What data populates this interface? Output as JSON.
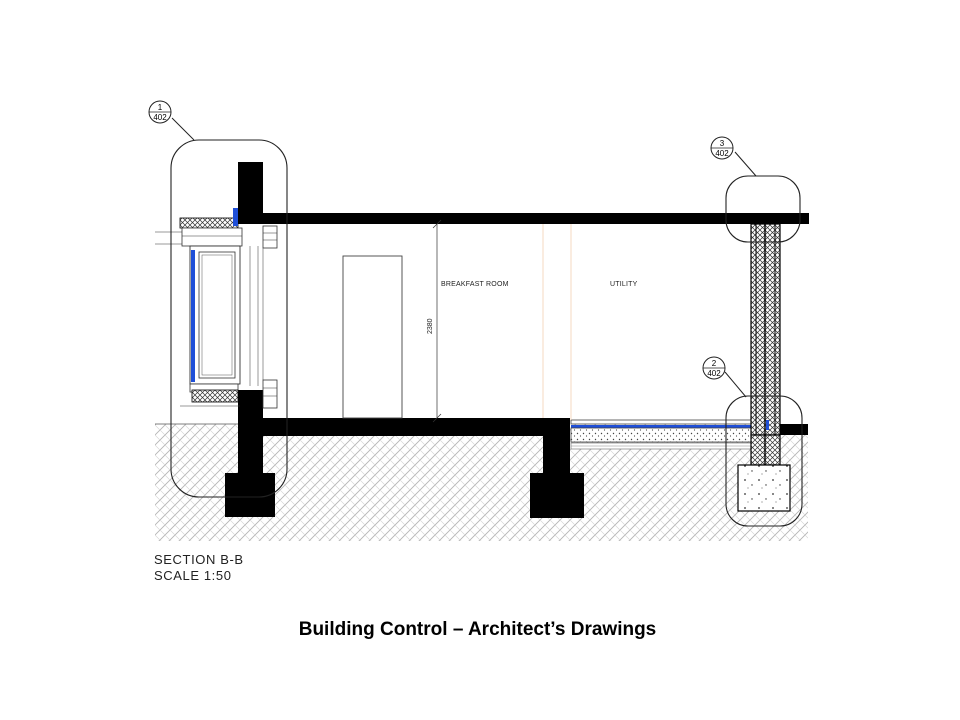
{
  "drawing": {
    "section_label": "SECTION B-B",
    "scale_label": "SCALE 1:50",
    "rooms": [
      "BREAKFAST ROOM",
      "UTILITY"
    ],
    "dimension": "2380",
    "detail_tags": [
      {
        "detail": "1",
        "sheet": "402"
      },
      {
        "detail": "3",
        "sheet": "402"
      },
      {
        "detail": "2",
        "sheet": "402"
      }
    ]
  },
  "caption": "Building Control – Architect’s Drawings",
  "colors": {
    "structure": "#000000",
    "membrane": "#1f4fd8",
    "ground_hatch": "#b5b5b5",
    "outline": "#222222"
  }
}
